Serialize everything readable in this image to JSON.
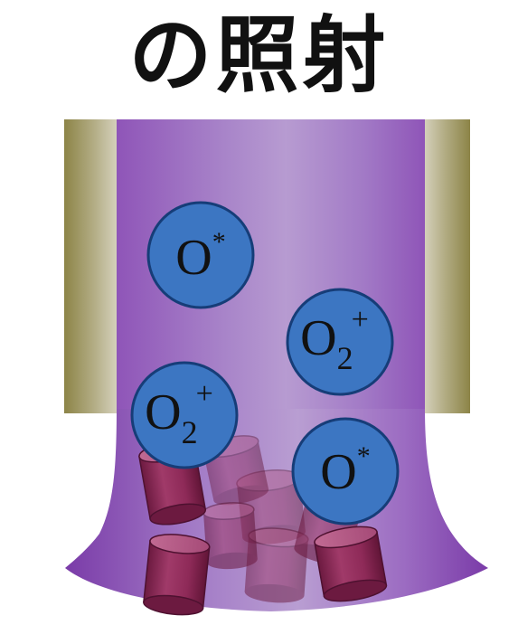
{
  "title": "の照射",
  "species": [
    {
      "id": "o-star-upper",
      "base": "O",
      "sub": "",
      "sup": "*"
    },
    {
      "id": "o2-plus-right",
      "base": "O",
      "sub": "2",
      "sup": "+"
    },
    {
      "id": "o2-plus-left",
      "base": "O",
      "sub": "2",
      "sup": "+"
    },
    {
      "id": "o-star-lower",
      "base": "O",
      "sub": "",
      "sup": "*"
    }
  ],
  "colors": {
    "chamber_wall": "#8c8447",
    "plasma": "#9f6cbe",
    "particle_fill": "#3c76c2",
    "particle_stroke": "#163d78",
    "cylinder": "#8e2a58"
  }
}
